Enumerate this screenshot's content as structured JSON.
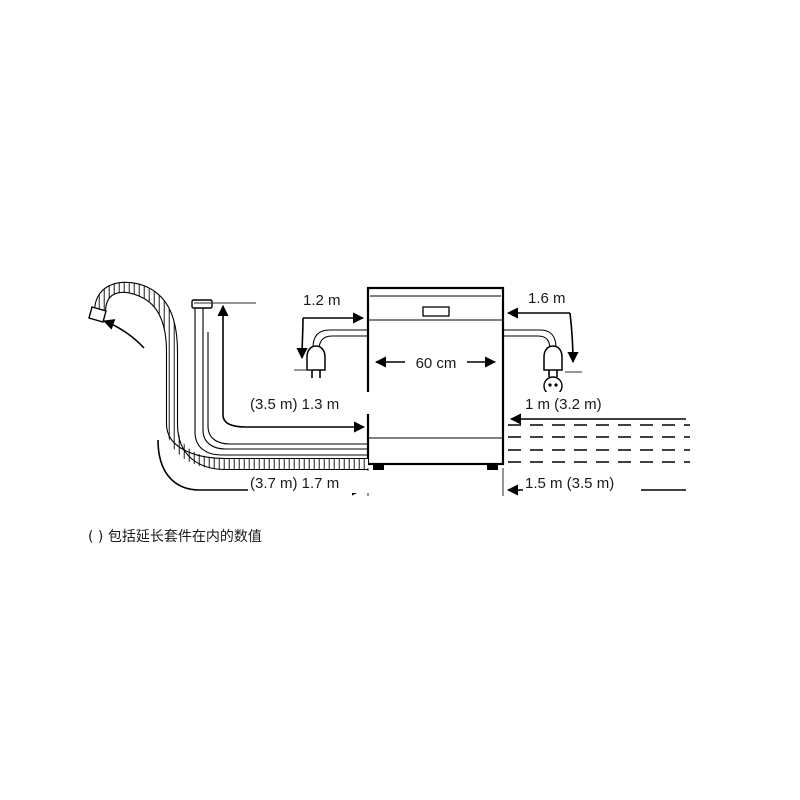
{
  "diagram": {
    "title": "Dishwasher installation connection dimensions",
    "appliance": {
      "name": "dishwasher",
      "width_label": "60 cm"
    },
    "labels": {
      "power_cord_left": "1.2 m",
      "power_cord_right": "1.6 m",
      "water_hose_left": "(3.5 m) 1.3 m",
      "drain_hose_left": "(3.7 m) 1.7 m",
      "water_hose_right": "1 m (3.2 m)",
      "drain_hose_right": "1.5 m (3.5 m)"
    },
    "caption": "( ) 包括延长套件在内的数值",
    "colors": {
      "line": "#000000",
      "text": "#1a1a1a",
      "background": "#ffffff"
    },
    "icons": {
      "plug_left": "power-plug-icon",
      "plug_right": "power-plug-icon",
      "socket_right": "wall-socket-icon",
      "hose_end_cap": "hose-coupling-icon",
      "corrugated_hose": "corrugated-drain-hose-icon"
    }
  }
}
